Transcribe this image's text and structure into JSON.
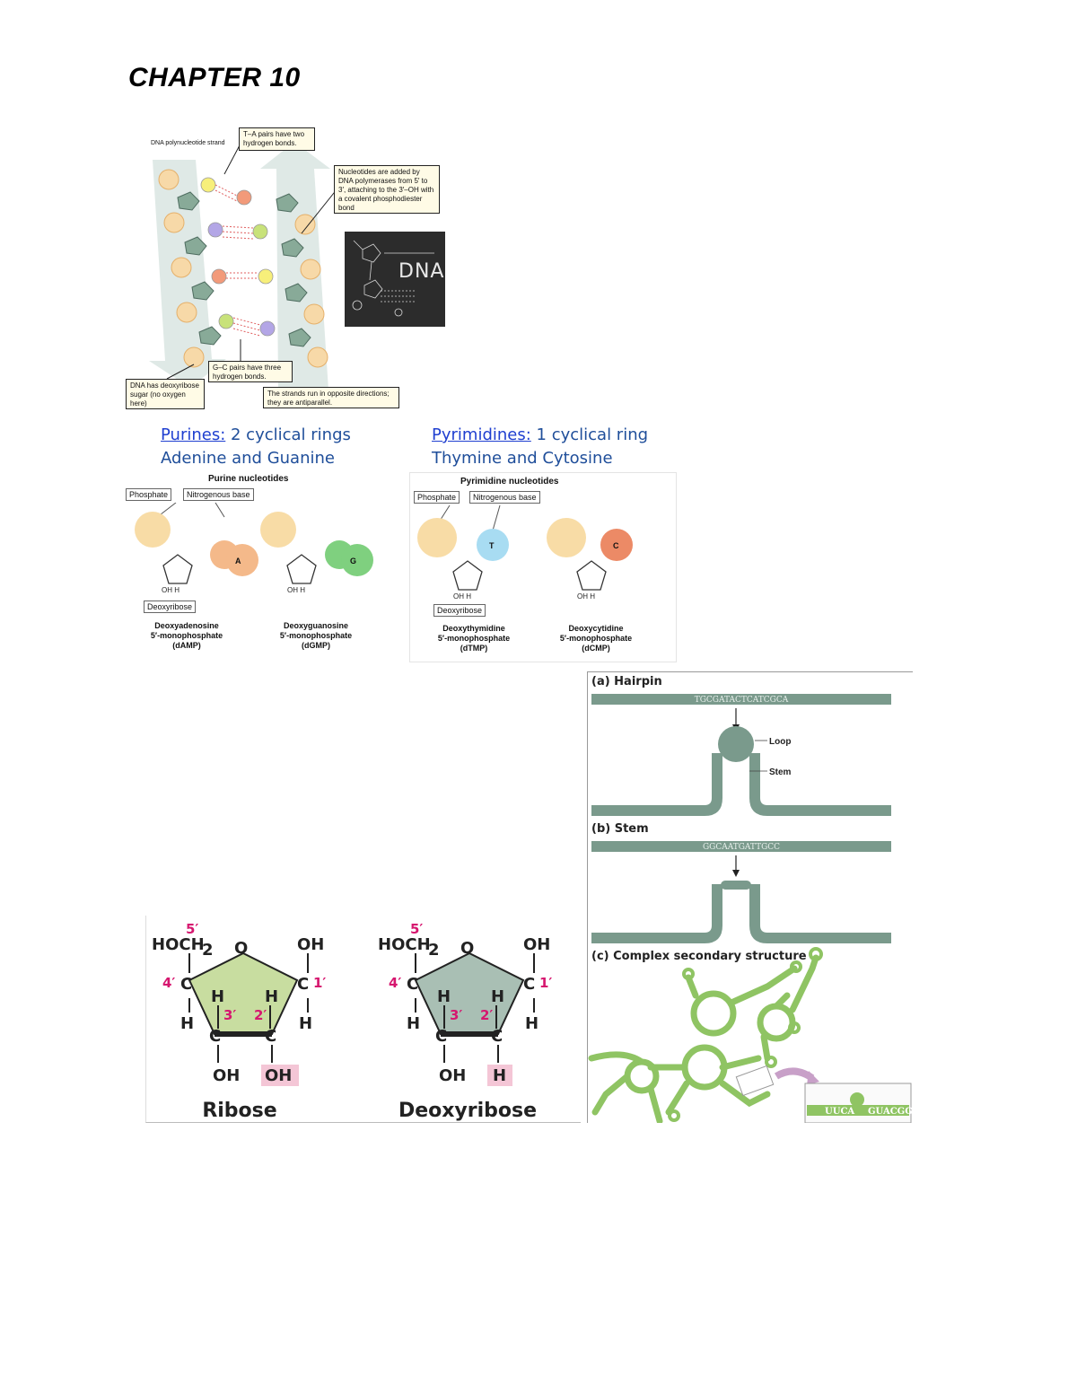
{
  "chapter_title": "CHAPTER 10",
  "dna_figure": {
    "strand_label": "DNA polynucleotide strand",
    "callout_ta": "T–A pairs have two hydrogen bonds.",
    "callout_nucleotides": "Nucleotides are added by DNA polymerases from 5′ to 3′, attaching to the 3′–OH with a covalent phosphodiester bond",
    "callout_gc": "G–C pairs have three hydrogen bonds.",
    "callout_sugar": "DNA has deoxyribose sugar (no oxygen here)",
    "callout_strands": "The strands run in opposite directions; they are antiparallel.",
    "chalkboard_text": "DNA"
  },
  "purines": {
    "heading_link": "Purines:",
    "heading_rest": " 2 cyclical rings",
    "subheading": "Adenine and Guanine",
    "figure_title": "Purine nucleotides",
    "tag_phosphate": "Phosphate",
    "tag_base": "Nitrogenous base",
    "tag_sugar": "Deoxyribose",
    "names": [
      "Deoxyadenosine",
      "Deoxyguanosine"
    ],
    "names_line2": [
      "5′-monophosphate",
      "5′-monophosphate"
    ],
    "abbrevs": [
      "(dAMP)",
      "(dGMP)"
    ],
    "base_letters": [
      "A",
      "G"
    ]
  },
  "pyrimidines": {
    "heading_link": "Pyrimidines:",
    "heading_rest": " 1 cyclical ring",
    "subheading": "Thymine and Cytosine",
    "figure_title": "Pyrimidine nucleotides",
    "tag_phosphate": "Phosphate",
    "tag_base": "Nitrogenous base",
    "tag_sugar": "Deoxyribose",
    "names": [
      "Deoxythymidine",
      "Deoxycytidine"
    ],
    "names_line2": [
      "5′-monophosphate",
      "5′-monophosphate"
    ],
    "abbrevs": [
      "(dTMP)",
      "(dCMP)"
    ],
    "base_letters": [
      "T",
      "C"
    ]
  },
  "rna_structures": {
    "hairpin_label": "(a) Hairpin",
    "hairpin_seq": "TGCGATACTCATCGCA",
    "loop_label": "Loop",
    "stem_label": "Stem",
    "stem_section_label": "(b) Stem",
    "stem_seq": "GGCAATGATTGCC",
    "complex_label": "(c) Complex secondary structure",
    "inset_left": "UUCA",
    "inset_right": "GUACGG"
  },
  "sugars": {
    "ribose_label": "Ribose",
    "deoxyribose_label": "Deoxyribose",
    "hoch2": "HOCH",
    "sub2": "2",
    "ring_o": "O",
    "oh": "OH",
    "h": "H",
    "c": "C",
    "p5": "5′",
    "p4": "4′",
    "p3": "3′",
    "p2": "2′",
    "p1": "1′",
    "ribose_2_group": "OH",
    "deoxy_2_group": "H"
  },
  "colors": {
    "ribose_fill": "#c8dda0",
    "deoxyribose_fill": "#a9bfb4",
    "prime_pink": "#d6176f",
    "highlight_pink": "#f4c6d6",
    "rna_green": "#8fc463",
    "strand_gray": "#7a9a8c"
  }
}
